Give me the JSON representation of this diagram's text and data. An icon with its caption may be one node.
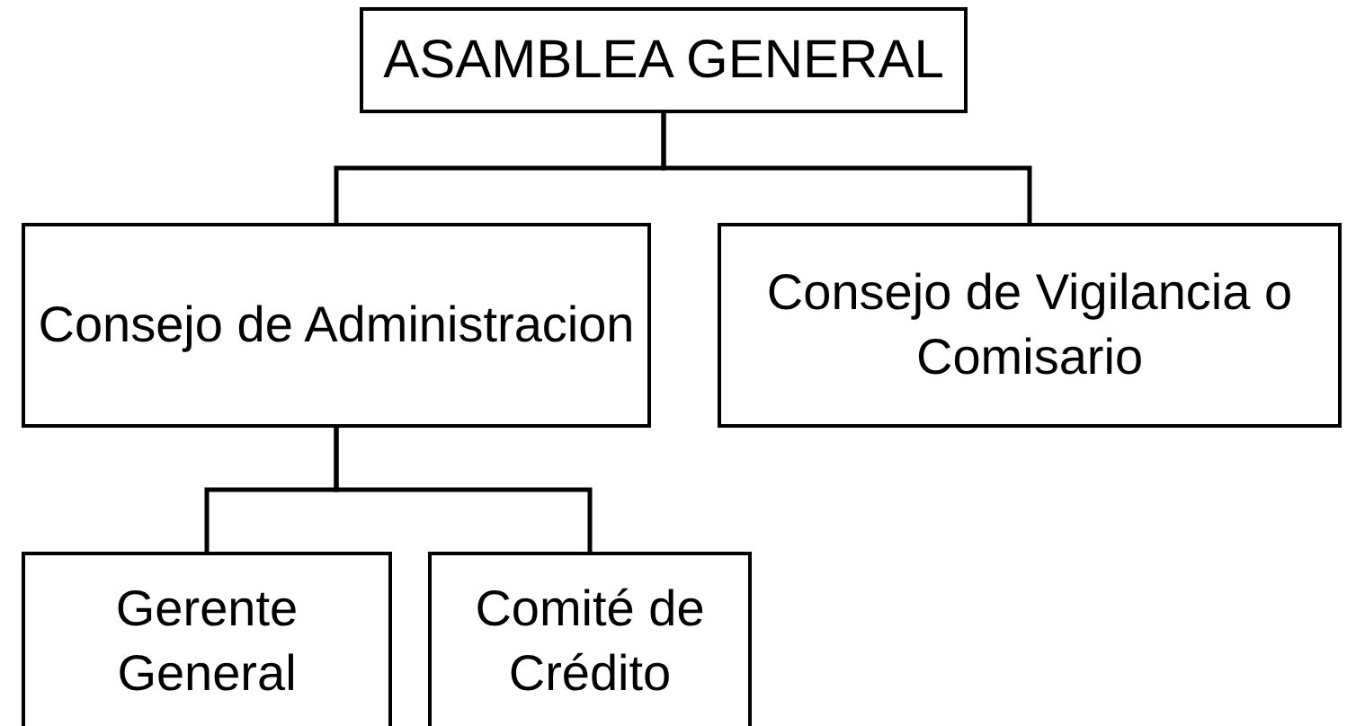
{
  "diagram": {
    "nodes": [
      {
        "text": [
          "ASAMBLEA GENERAL"
        ]
      },
      {
        "text": [
          "Consejo de Administracion"
        ]
      },
      {
        "text": [
          "Consejo de Vigilancia o Comisario"
        ]
      },
      {
        "text": [
          "Gerente General"
        ]
      },
      {
        "text": [
          "Comité de Crédito"
        ]
      }
    ],
    "edges": [
      {
        "from": 0,
        "to": 1,
        "arrow": "none"
      },
      {
        "from": 0,
        "to": 2,
        "arrow": "none"
      },
      {
        "from": 1,
        "to": 3,
        "arrow": "none"
      },
      {
        "from": 1,
        "to": 4,
        "arrow": "none"
      }
    ]
  }
}
